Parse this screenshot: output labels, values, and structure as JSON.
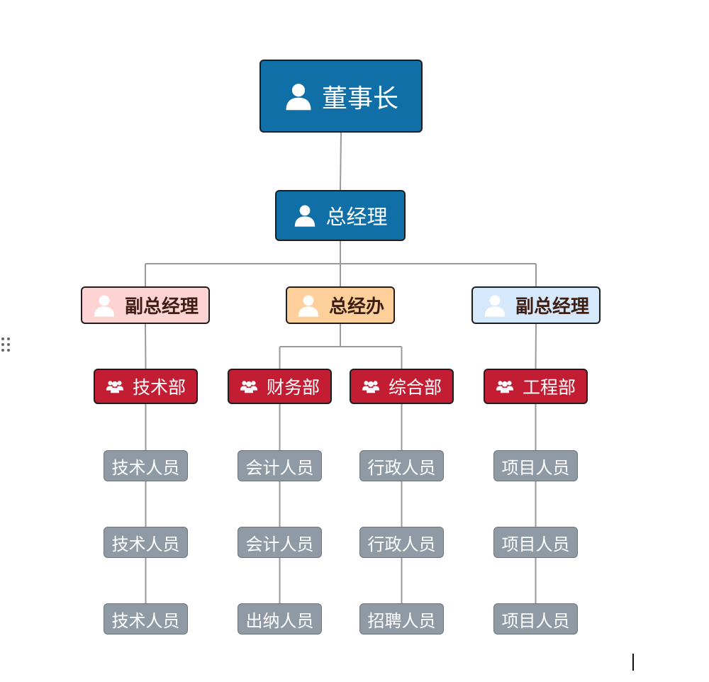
{
  "org_chart": {
    "colors": {
      "executive": "#0f6fa6",
      "department": "#c21d33",
      "staff": "#909aa4",
      "vp_left": "#fdd3d3",
      "office": "#fdd09b",
      "vp_right": "#d6e8fb",
      "connector": "#9a9a9a"
    },
    "nodes": [
      {
        "id": "chairman",
        "label": "董事长",
        "icon": "person-icon",
        "kind": "top",
        "parent": null
      },
      {
        "id": "gm",
        "label": "总经理",
        "icon": "person-icon",
        "kind": "gm",
        "parent": "chairman"
      },
      {
        "id": "vp1",
        "label": "副总经理",
        "icon": "person-icon",
        "kind": "sub pink",
        "parent": "gm"
      },
      {
        "id": "office",
        "label": "总经办",
        "icon": "person-icon",
        "kind": "sub orange",
        "parent": "gm"
      },
      {
        "id": "vp2",
        "label": "副总经理",
        "icon": "person-icon",
        "kind": "sub blue",
        "parent": "gm"
      },
      {
        "id": "tech",
        "label": "技术部",
        "icon": "group-icon",
        "kind": "dept",
        "parent": "vp1"
      },
      {
        "id": "finance",
        "label": "财务部",
        "icon": "group-icon",
        "kind": "dept",
        "parent": "office"
      },
      {
        "id": "general",
        "label": "综合部",
        "icon": "group-icon",
        "kind": "dept",
        "parent": "office"
      },
      {
        "id": "engineering",
        "label": "工程部",
        "icon": "group-icon",
        "kind": "dept",
        "parent": "vp2"
      },
      {
        "id": "t1",
        "label": "技术人员",
        "kind": "staff",
        "parent": "tech"
      },
      {
        "id": "t2",
        "label": "技术人员",
        "kind": "staff",
        "parent": "t1"
      },
      {
        "id": "t3",
        "label": "技术人员",
        "kind": "staff",
        "parent": "t2"
      },
      {
        "id": "f1",
        "label": "会计人员",
        "kind": "staff",
        "parent": "finance"
      },
      {
        "id": "f2",
        "label": "会计人员",
        "kind": "staff",
        "parent": "f1"
      },
      {
        "id": "f3",
        "label": "出纳人员",
        "kind": "staff",
        "parent": "f2"
      },
      {
        "id": "g1",
        "label": "行政人员",
        "kind": "staff",
        "parent": "general"
      },
      {
        "id": "g2",
        "label": "行政人员",
        "kind": "staff",
        "parent": "g1"
      },
      {
        "id": "g3",
        "label": "招聘人员",
        "kind": "staff",
        "parent": "g2"
      },
      {
        "id": "e1",
        "label": "项目人员",
        "kind": "staff",
        "parent": "engineering"
      },
      {
        "id": "e2",
        "label": "项目人员",
        "kind": "staff",
        "parent": "e1"
      },
      {
        "id": "e3",
        "label": "项目人员",
        "kind": "staff",
        "parent": "e2"
      }
    ]
  }
}
